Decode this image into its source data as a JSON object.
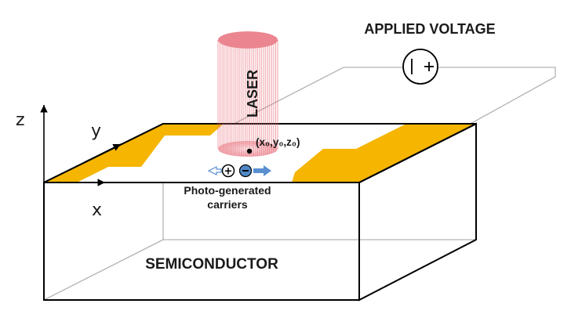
{
  "labels": {
    "applied_voltage": "APPLIED VOLTAGE",
    "laser": "LASER",
    "coordinate": "(x₀,y₀,z₀)",
    "carriers_line1": "Photo-generated",
    "carriers_line2": "carriers",
    "semiconductor": "SEMICONDUCTOR",
    "axis_z": "z",
    "axis_y": "y",
    "axis_x": "x",
    "voltage_symbol": "I +"
  },
  "colors": {
    "electrode": "#f5b500",
    "laser": "#e8707c",
    "outline": "#000000",
    "hidden_edge": "#b3b3b3",
    "electron": "#4f88c6",
    "arrow": "#5a8fd0"
  },
  "icons": {
    "voltage_source": "circle-voltage-source-icon",
    "hole": "plus-charge-icon",
    "electron": "minus-charge-icon"
  }
}
